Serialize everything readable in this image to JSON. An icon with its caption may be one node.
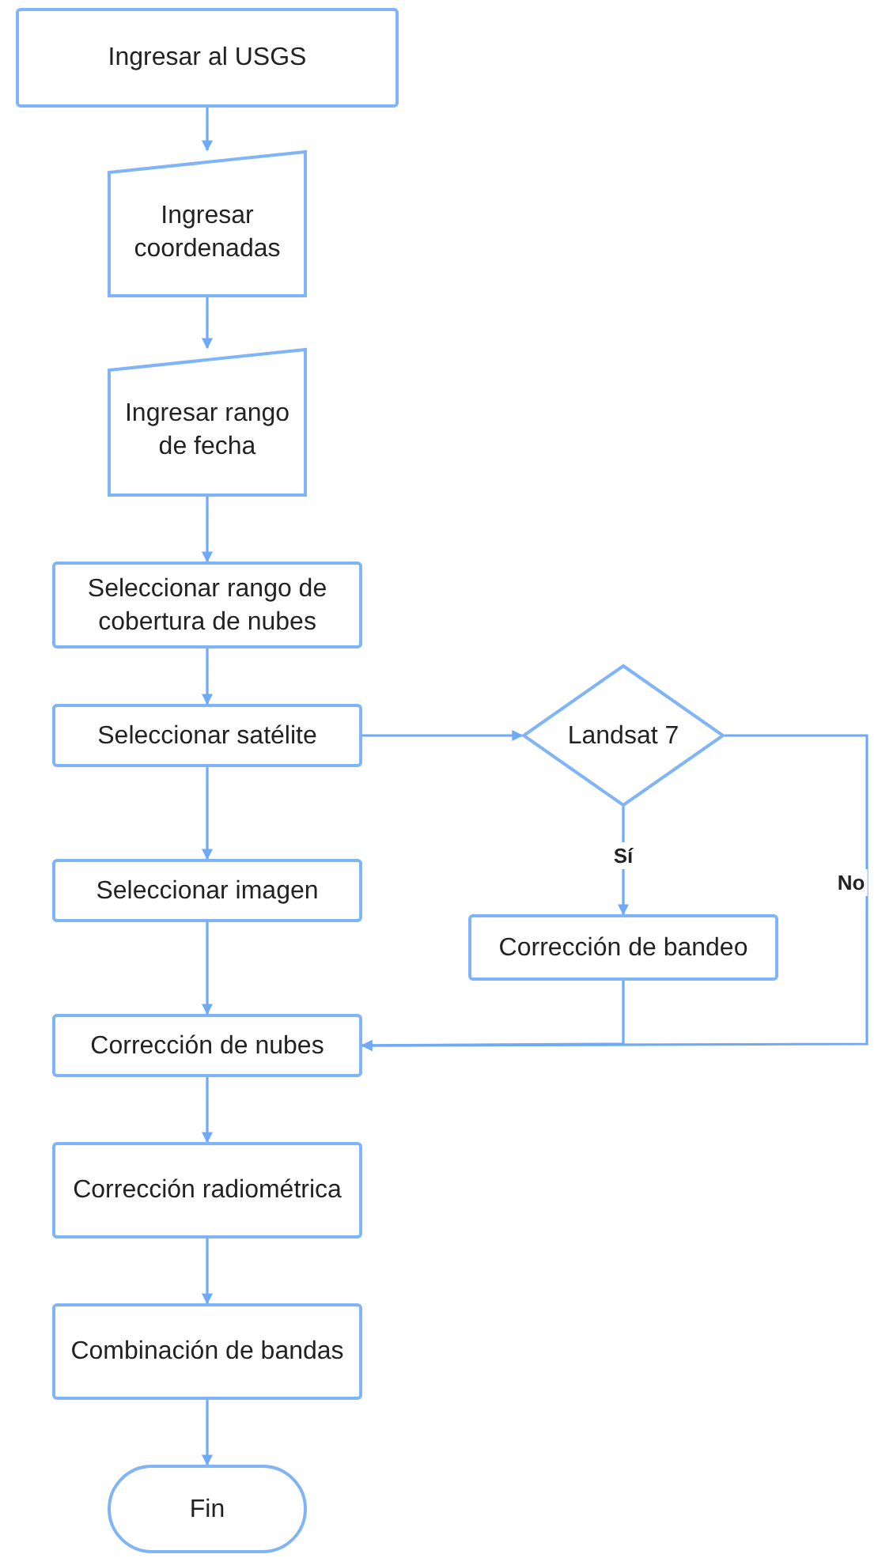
{
  "diagram": {
    "nodes": [
      {
        "text": [
          "Ingresar al USGS"
        ]
      },
      {
        "text": [
          "Ingresar coordenadas"
        ]
      },
      {
        "text": [
          "Ingresar rango de fecha"
        ]
      },
      {
        "text": [
          "Seleccionar rango de cobertura de nubes"
        ]
      },
      {
        "text": [
          "Seleccionar satélite"
        ]
      },
      {
        "text": [
          "Landsat 7"
        ]
      },
      {
        "text": [
          "Seleccionar imagen"
        ]
      },
      {
        "text": [
          "Corrección de bandeo"
        ]
      },
      {
        "text": [
          "Corrección de nubes"
        ]
      },
      {
        "text": [
          "Corrección radiométrica"
        ]
      },
      {
        "text": [
          "Combinación de bandas"
        ]
      },
      {
        "text": [
          "Fin"
        ]
      }
    ],
    "edges": [
      {
        "from": 0,
        "to": 1,
        "arrow": "to"
      },
      {
        "from": 1,
        "to": 2,
        "arrow": "to"
      },
      {
        "from": 2,
        "to": 3,
        "arrow": "to"
      },
      {
        "from": 3,
        "to": 4,
        "arrow": "to"
      },
      {
        "from": 4,
        "to": 5,
        "arrow": "to"
      },
      {
        "from": 5,
        "to": 7,
        "arrow": "to",
        "label": "Sí"
      },
      {
        "from": 5,
        "to": 8,
        "arrow": "to",
        "label": "No"
      },
      {
        "from": 4,
        "to": 6,
        "arrow": "to"
      },
      {
        "from": 6,
        "to": 8,
        "arrow": "to"
      },
      {
        "from": 7,
        "to": 8,
        "arrow": "to"
      },
      {
        "from": 8,
        "to": 9,
        "arrow": "to"
      },
      {
        "from": 9,
        "to": 10,
        "arrow": "to"
      },
      {
        "from": 10,
        "to": 11,
        "arrow": "to"
      }
    ]
  }
}
